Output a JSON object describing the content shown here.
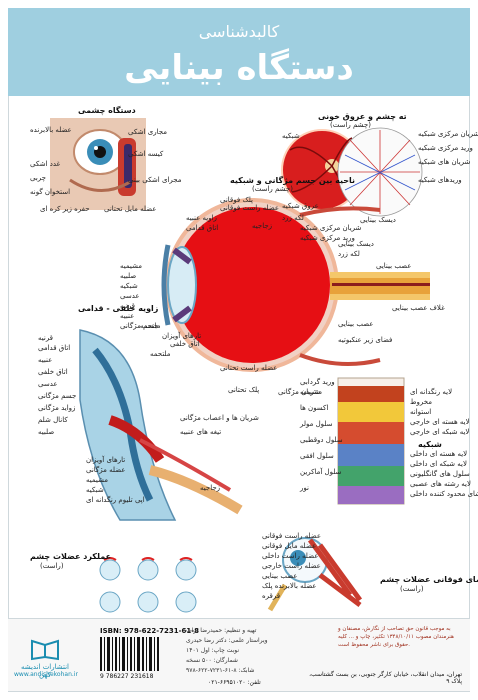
{
  "header": {
    "subtitle": "کالبدشناسی",
    "title": "دستگاه بینایی"
  },
  "panels": {
    "eye_orbit": {
      "title": "دستگاه چشمی",
      "labels": [
        "عضله بالابرنده",
        "مجاری اشکی",
        "غدد اشکی",
        "چربی",
        "استخوان گونه",
        "کیسه اشکی",
        "مجرای اشکی بینی",
        "حفره زیر کره ای",
        "عضله مایل تحتانی"
      ]
    },
    "vessels": {
      "title": "ته چشم و عروق خونی",
      "subtitle": "(چشم راست)",
      "labels": [
        "شبکیه",
        "عروق شبکیه",
        "دیسک بینایی",
        "لکه زرد",
        "شریان مرکزی شبکیه",
        "ورید مرکزی شبکیه",
        "شریان های شبکیه",
        "وریدهای شبکیه"
      ]
    },
    "cross_section": {
      "title": "ناحیه بین جسم مژگانی و شبکیه",
      "subtitle": "(چشم راست)",
      "labels": [
        "مشیمیه",
        "صلبیه",
        "شبکیه",
        "عدسی",
        "قرنیه",
        "عنبیه",
        "جسم مژگانی",
        "زجاجیه",
        "عصب بینایی",
        "لکه زرد",
        "دیسک بینایی",
        "زاویه عنبیه",
        "اتاق قدامی",
        "اتاق خلفی",
        "شریان مرکزی شبکیه",
        "ورید مرکزی شبکیه",
        "عضله راست فوقانی",
        "عضله راست تحتانی",
        "غلاف عصب بینایی",
        "تارهای آویزان",
        "ملتحمه",
        "پلک فوقانی",
        "پلک تحتانی",
        "ورید گردابی",
        "شریان مژگانی",
        "عصب بینایی",
        "فضای زیر عنکبوتیه"
      ]
    },
    "angle": {
      "title": "زاویه خلفی - قدامی",
      "labels": [
        "قرنیه",
        "اتاق قدامی",
        "عنبیه",
        "اتاق خلفی",
        "عدسی",
        "جسم مژگانی",
        "زواید مژگانی",
        "کانال شلم",
        "صلبیه",
        "ملتحمه",
        "تارهای آویزان",
        "عضله مژگانی",
        "مشیمیه",
        "شبکیه",
        "اپی تلیوم رنگدانه ای",
        "زجاجیه",
        "شریان ها و اعصاب مژگانی",
        "تیغه های عنبیه"
      ]
    },
    "retina": {
      "title": "شبکیه",
      "labels": [
        "لایه رنگدانه ای",
        "مخروط",
        "استوانه",
        "لایه هسته ای خارجی",
        "لایه شبکه ای خارجی",
        "لایه هسته ای داخلی",
        "لایه شبکه ای داخلی",
        "سلول های گانگلیونی",
        "لایه رشته های عصبی",
        "غشای محدود کننده داخلی",
        "مشیمیه",
        "اکسون ها",
        "سلول مولر",
        "سلول دوقطبی",
        "سلول افقی",
        "سلول آماکرین",
        "نور"
      ]
    },
    "muscle_function": {
      "title": "عملکرد عضلات چشم",
      "subtitle": "(راست)"
    },
    "muscles_top": {
      "title": "نمای فوقانی عضلات چشم",
      "subtitle": "(راست)",
      "labels": [
        "عضله راست فوقانی",
        "عضله مایل فوقانی",
        "عضله راست داخلی",
        "عضله راست خارجی",
        "عصب بینایی",
        "عضله بالابرنده پلک",
        "قرقره"
      ]
    }
  },
  "footer": {
    "publisher": "انتشارات اندیشه کهن",
    "website": "www.andishekohan.ir",
    "isbn": "ISBN: 978-622-7231-61-8",
    "barcode_number": "9 786227 231618",
    "credits": [
      "تهیه و تنظیم: حمیدرضا برات",
      "ویراستار علمی: دکتر رضا حیدری",
      "نوبت چاپ: اول ۱۴۰۱",
      "شمارگان: ۵۰۰ نسخه",
      "شابک: ۸-۶۱-۷۲۳۱-۶۲۲-۹۷۸"
    ],
    "note": "به موجب قانون حق تصاحب از نگارش، مصنفان و هنرمندان مصوب ۱۳۴۸/۱۰/۱۱ تکثیر، چاپ و ... کلیه حقوق برای ناشر محفوظ است.",
    "address": "تهران، میدان انقلاب، خیابان کارگر جنوبی، بن بست گشتاسب، پلاک ۹",
    "phone": "تلفن: ۶۶۹۵۱۰۲۰-۰۲۱"
  }
}
